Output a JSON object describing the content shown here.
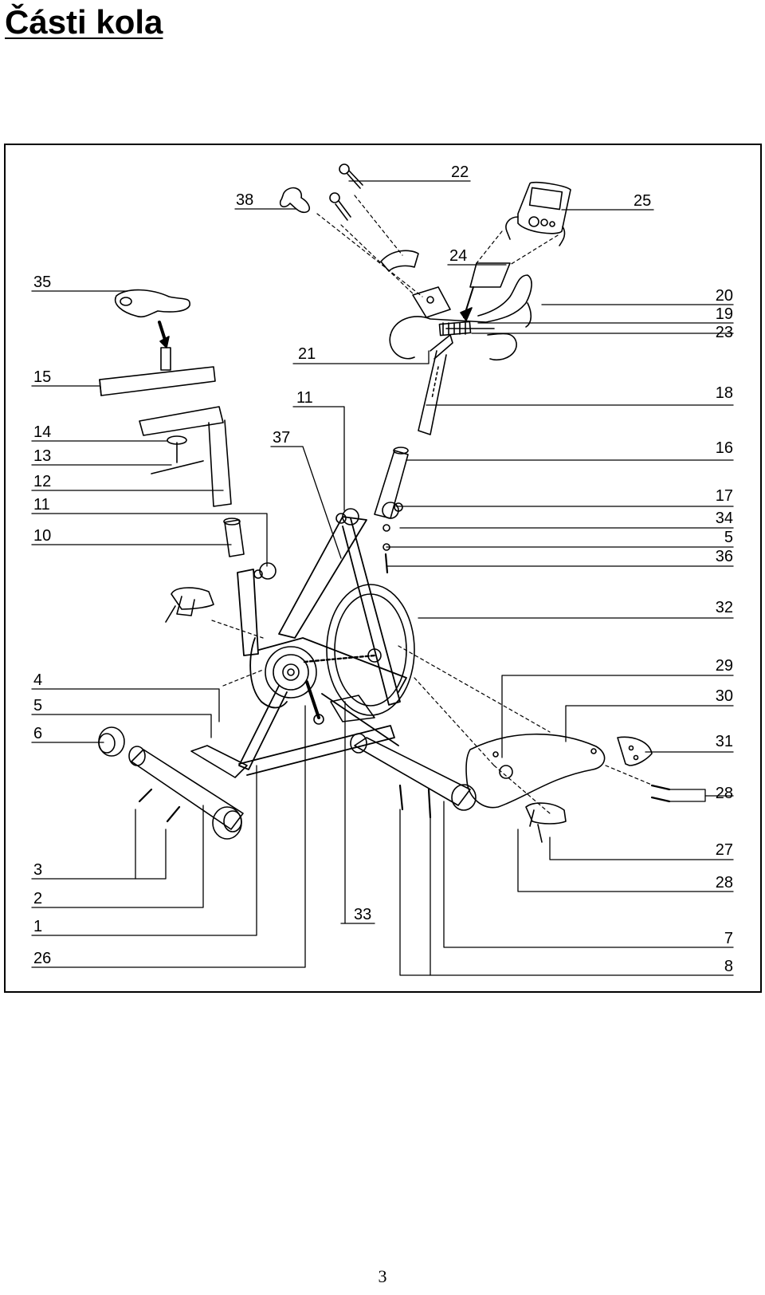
{
  "page": {
    "title": "Části kola",
    "page_number": "3"
  },
  "diagram": {
    "labels": {
      "l35": "35",
      "l15": "15",
      "l14": "14",
      "l13": "13",
      "l12": "12",
      "l11a": "11",
      "l10": "10",
      "l4": "4",
      "l5a": "5",
      "l6": "6",
      "l3": "3",
      "l2": "2",
      "l1": "1",
      "l26": "26",
      "l38": "38",
      "l22": "22",
      "l25": "25",
      "l24": "24",
      "l21": "21",
      "l11b": "11",
      "l37": "37",
      "l33": "33",
      "l20": "20",
      "l19": "19",
      "l23": "23",
      "l18": "18",
      "l16": "16",
      "l17": "17",
      "l34": "34",
      "l5b": "5",
      "l36": "36",
      "l32": "32",
      "l29": "29",
      "l30": "30",
      "l31": "31",
      "l28a": "28",
      "l27": "27",
      "l28b": "28",
      "l7": "7",
      "l8": "8"
    }
  }
}
